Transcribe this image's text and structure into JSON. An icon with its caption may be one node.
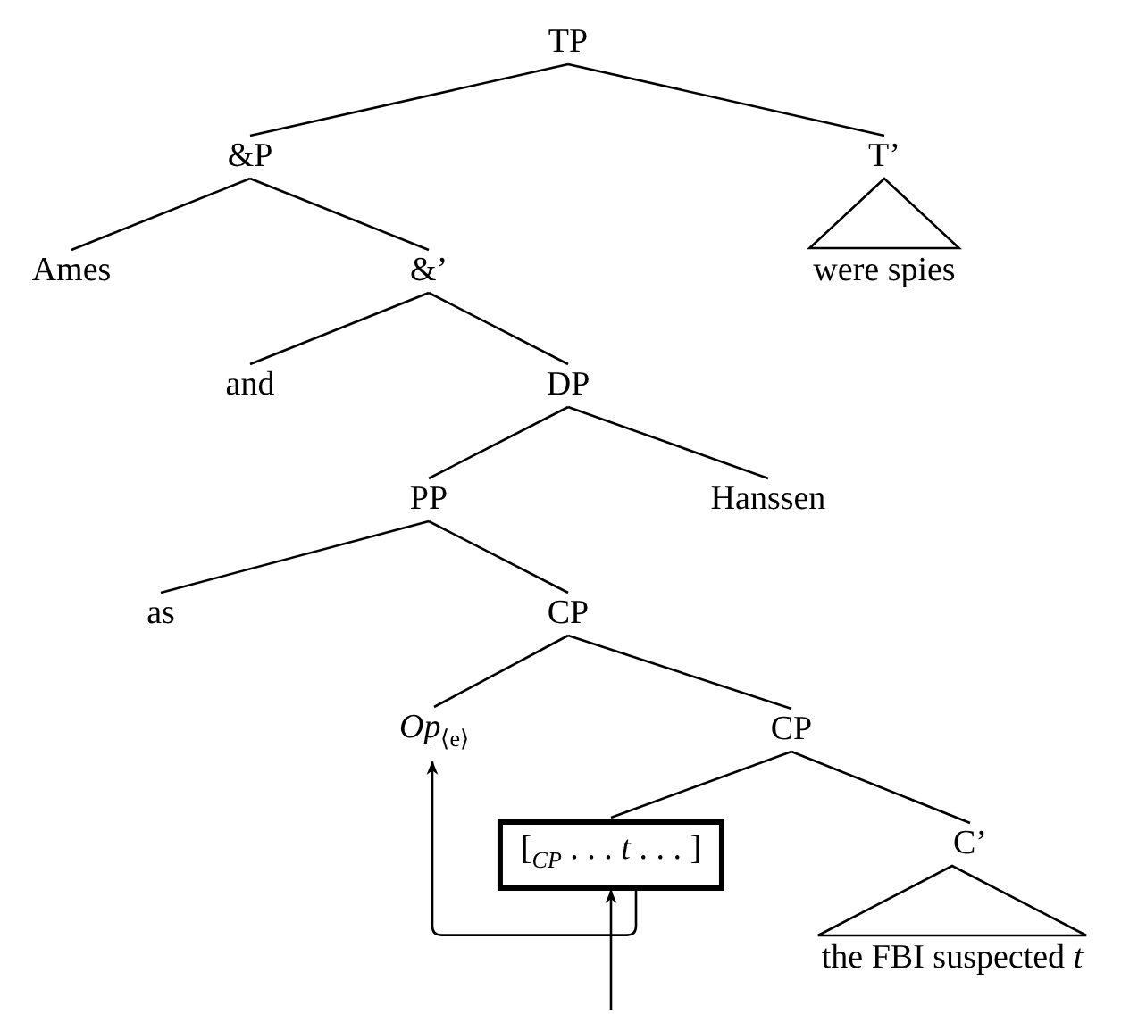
{
  "diagram": {
    "nodes": [
      {
        "text": [
          "TP"
        ]
      },
      {
        "text": [
          "&P"
        ]
      },
      {
        "text": [
          "T’"
        ]
      },
      {
        "text": [
          "Ames"
        ]
      },
      {
        "text": [
          "&’"
        ]
      },
      {
        "text": [
          "were spies"
        ]
      },
      {
        "text": [
          "and"
        ]
      },
      {
        "text": [
          "DP"
        ]
      },
      {
        "text": [
          "PP"
        ]
      },
      {
        "text": [
          "Hanssen"
        ]
      },
      {
        "text": [
          "as"
        ]
      },
      {
        "text": [
          "CP"
        ]
      },
      {
        "text": [
          "Op$_{⟨e⟩}$"
        ]
      },
      {
        "text": [
          "CP"
        ]
      },
      {
        "text": [
          "[$_{CP}$ . . . *t* . . . ]"
        ]
      },
      {
        "text": [
          "C’"
        ]
      },
      {
        "text": [
          "the FBI suspected *t*"
        ]
      }
    ],
    "edges": [
      {
        "from": 0,
        "to": 1,
        "arrow": "none"
      },
      {
        "from": 0,
        "to": 2,
        "arrow": "none"
      },
      {
        "from": 1,
        "to": 3,
        "arrow": "none"
      },
      {
        "from": 1,
        "to": 4,
        "arrow": "none"
      },
      {
        "from": 2,
        "to": 5,
        "arrow": "none"
      },
      {
        "from": 4,
        "to": 6,
        "arrow": "none"
      },
      {
        "from": 4,
        "to": 7,
        "arrow": "none"
      },
      {
        "from": 7,
        "to": 8,
        "arrow": "none"
      },
      {
        "from": 7,
        "to": 9,
        "arrow": "none"
      },
      {
        "from": 8,
        "to": 10,
        "arrow": "none"
      },
      {
        "from": 8,
        "to": 11,
        "arrow": "none"
      },
      {
        "from": 11,
        "to": 12,
        "arrow": "none"
      },
      {
        "from": 11,
        "to": 13,
        "arrow": "none"
      },
      {
        "from": 13,
        "to": 14,
        "arrow": "none"
      },
      {
        "from": 13,
        "to": 15,
        "arrow": "none"
      },
      {
        "from": 15,
        "to": 16,
        "arrow": "none"
      },
      {
        "from": 14,
        "to": 12,
        "arrow": "to"
      },
      {
        "from": null,
        "to": 14,
        "arrow": "to"
      }
    ]
  }
}
